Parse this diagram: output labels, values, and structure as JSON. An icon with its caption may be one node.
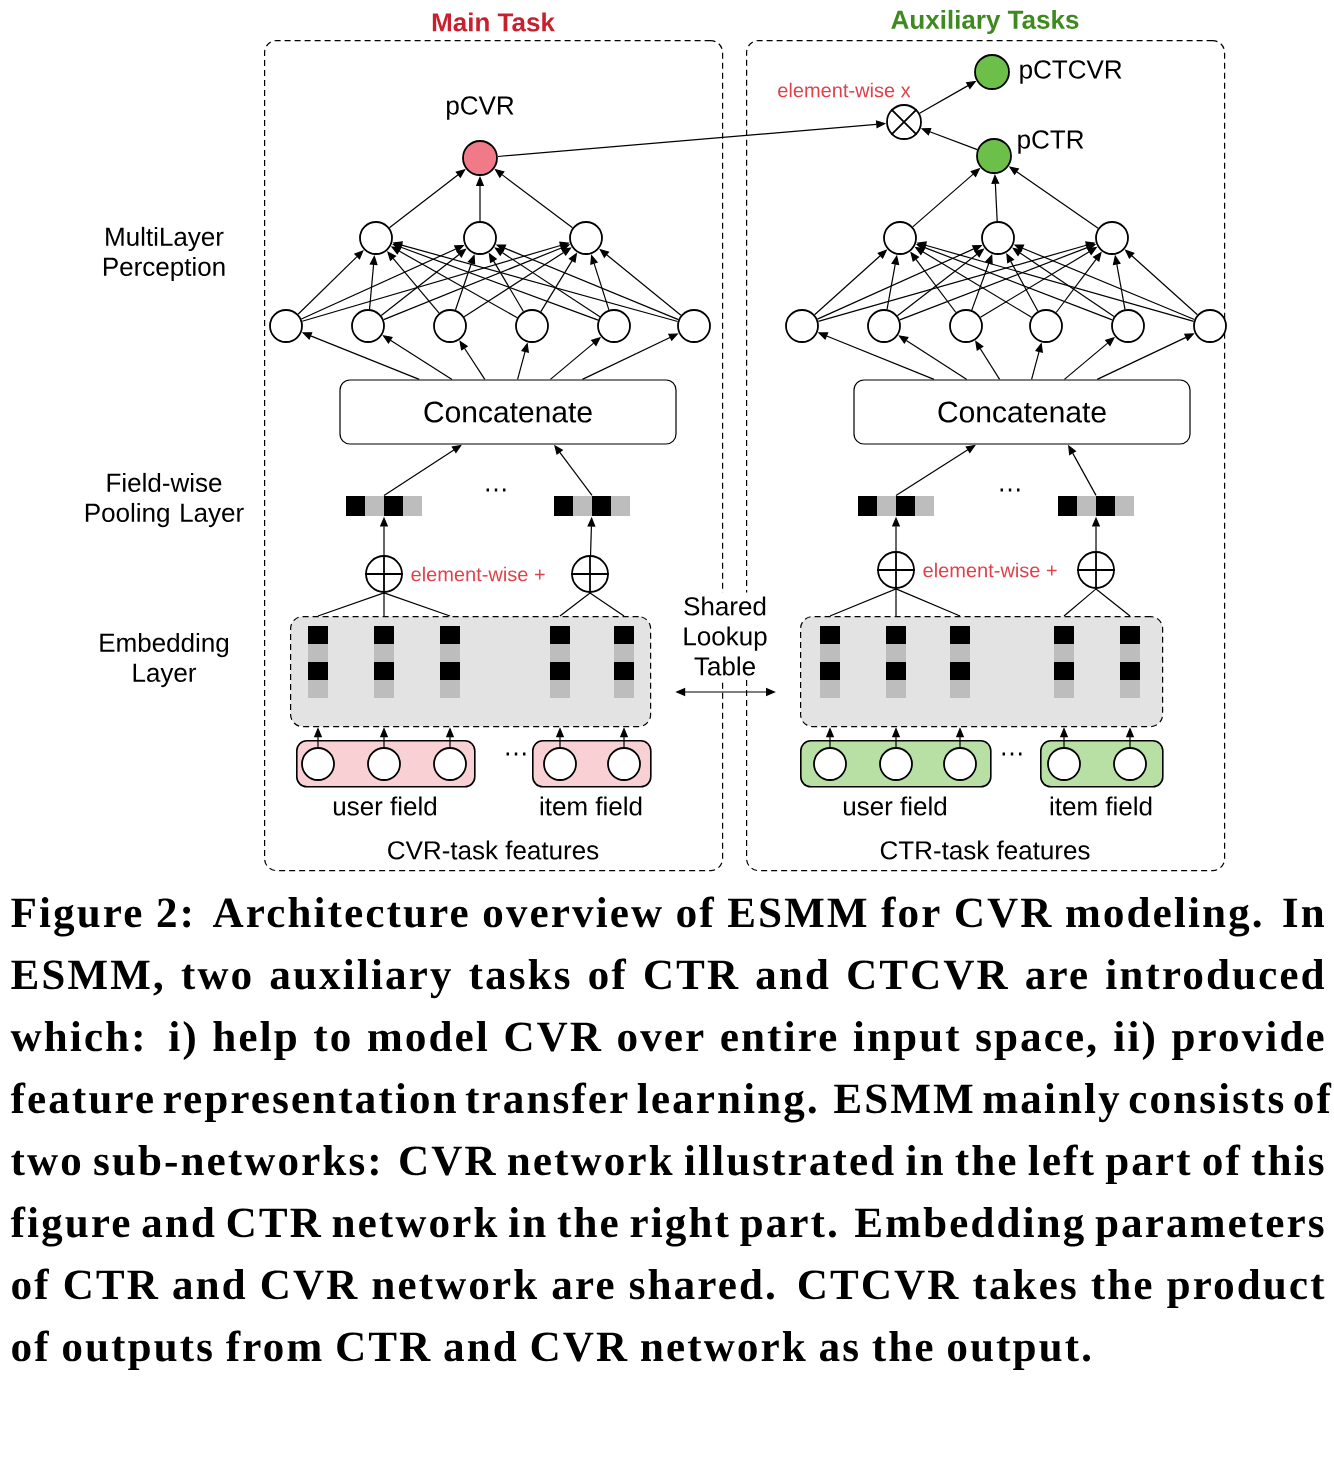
{
  "diagram": {
    "nodes": [
      {
        "text": [
          "Main Task",
          "CVR-task features"
        ]
      },
      {
        "text": [
          "Auxiliary Tasks",
          "CTR-task features"
        ]
      },
      {
        "text": [
          "pCVR"
        ],
        "in": 0
      },
      {
        "text": [],
        "shape": "circle",
        "in": 1,
        "beside": [
          "element-wise x"
        ]
      },
      {
        "text": [
          "pCTCVR"
        ],
        "in": 1
      },
      {
        "text": [
          "pCTR"
        ],
        "in": 1
      },
      {
        "text": [
          "Concatenate"
        ],
        "in": 0
      },
      {
        "text": [
          "Concatenate"
        ],
        "in": 1
      },
      {
        "text": [],
        "shape": "circle",
        "in": 0,
        "beside": [
          "element-wise +"
        ]
      },
      {
        "text": [],
        "shape": "circle",
        "in": 0
      },
      {
        "text": [],
        "shape": "circle",
        "in": 1,
        "beside": [
          "element-wise +"
        ]
      },
      {
        "text": [],
        "shape": "circle",
        "in": 1
      },
      {
        "text": [],
        "shape": "box",
        "in": 0
      },
      {
        "text": [],
        "shape": "box",
        "in": 1
      },
      {
        "text": [
          "user field"
        ],
        "in": 0
      },
      {
        "text": [
          "item field"
        ],
        "in": 0
      },
      {
        "text": [
          "user field"
        ],
        "in": 1
      },
      {
        "text": [
          "item field"
        ],
        "in": 1
      },
      {
        "text": [],
        "shape": "bar",
        "in": 0
      },
      {
        "text": [],
        "shape": "bar",
        "in": 0
      },
      {
        "text": [],
        "shape": "bar",
        "in": 1
      },
      {
        "text": [],
        "shape": "bar",
        "in": 1
      }
    ],
    "edges": [
      {
        "from": 2,
        "to": 3,
        "arrow": "to"
      },
      {
        "from": 5,
        "to": 3,
        "arrow": "to"
      },
      {
        "from": 3,
        "to": 4,
        "arrow": "to"
      },
      {
        "from": 12,
        "to": 13,
        "arrow": "both",
        "label": "Shared Lookup Table"
      },
      {
        "from": 14,
        "to": 12,
        "arrow": "to"
      },
      {
        "from": 15,
        "to": 12,
        "arrow": "to"
      },
      {
        "from": 16,
        "to": 13,
        "arrow": "to"
      },
      {
        "from": 17,
        "to": 13,
        "arrow": "to"
      },
      {
        "from": 12,
        "to": 8,
        "arrow": "none"
      },
      {
        "from": 12,
        "to": 9,
        "arrow": "none"
      },
      {
        "from": 13,
        "to": 10,
        "arrow": "none"
      },
      {
        "from": 13,
        "to": 11,
        "arrow": "none"
      },
      {
        "from": 8,
        "to": 18,
        "arrow": "to"
      },
      {
        "from": 9,
        "to": 19,
        "arrow": "to"
      },
      {
        "from": 10,
        "to": 20,
        "arrow": "to"
      },
      {
        "from": 11,
        "to": 21,
        "arrow": "to"
      },
      {
        "from": 18,
        "to": 6,
        "arrow": "to"
      },
      {
        "from": 19,
        "to": 6,
        "arrow": "to"
      },
      {
        "from": 20,
        "to": 7,
        "arrow": "to"
      },
      {
        "from": 21,
        "to": 7,
        "arrow": "to"
      }
    ],
    "labels": [
      "MultiLayer Perception",
      "Field-wise Pooling Layer",
      "…",
      "…",
      "Embedding Layer",
      "…",
      "…"
    ],
    "caption": "Figure 2: Architecture overview of ESMM for CVR modeling. In ESMM, two auxiliary tasks of CTR and CTCVR are introduced which: i) help to model CVR over entire input space, ii) provide feature representation transfer learning. ESMM mainly consists of two sub-networks: CVR network illustrated in the left part of this figure and CTR network in the right part. Embedding parameters of CTR and CVR network are shared. CTCVR takes the product of outputs from CTR and CVR network as the output."
  }
}
